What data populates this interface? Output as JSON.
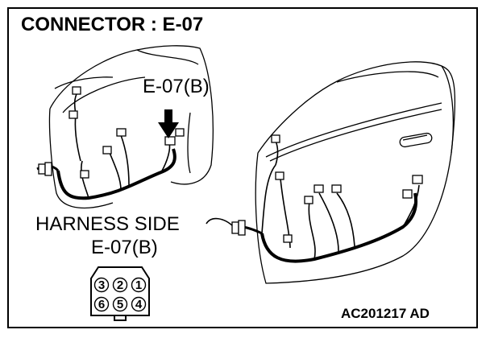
{
  "title": "CONNECTOR : E-07",
  "connector_label": "E-07(B)",
  "harness_side_label": "HARNESS SIDE",
  "harness_connector_label": "E-07(B)",
  "figure_code": "AC201217 AD",
  "connector_pins": {
    "top_row": [
      "3",
      "2",
      "1"
    ],
    "bottom_row": [
      "6",
      "5",
      "4"
    ]
  }
}
